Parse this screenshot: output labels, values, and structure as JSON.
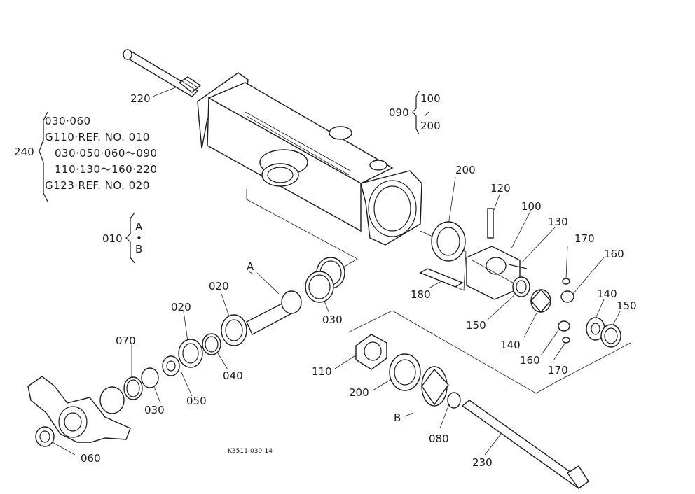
{
  "callouts": {
    "p220": "220",
    "p090": "090",
    "p100_top": "100",
    "p200_top": "200",
    "p200_seal": "200",
    "p120": "120",
    "p100": "100",
    "p130": "130",
    "p170_top": "170",
    "p160_top": "160",
    "p180": "180",
    "p150_left": "150",
    "p140_right": "140",
    "p150_right": "150",
    "p140_left": "140",
    "p160_bottom": "160",
    "p170_bottom": "170",
    "p010": "010",
    "sub_a": "A",
    "sub_dot": "•",
    "sub_b": "B",
    "marker_a": "A",
    "p020_upper": "020",
    "p020_lower": "020",
    "p030_upper": "030",
    "p070": "070",
    "p040": "040",
    "p050": "050",
    "p030_lower": "030",
    "p110": "110",
    "p200_lower": "200",
    "marker_b": "B",
    "p080": "080",
    "p060": "060",
    "p230": "230",
    "p240": "240"
  },
  "group_240": [
    "030·060",
    "G110·REF. NO. 010",
    "030·050·060～090",
    "110·130～160·220",
    "G123·REF. NO. 020"
  ],
  "figure_code": "K3511-039-14"
}
